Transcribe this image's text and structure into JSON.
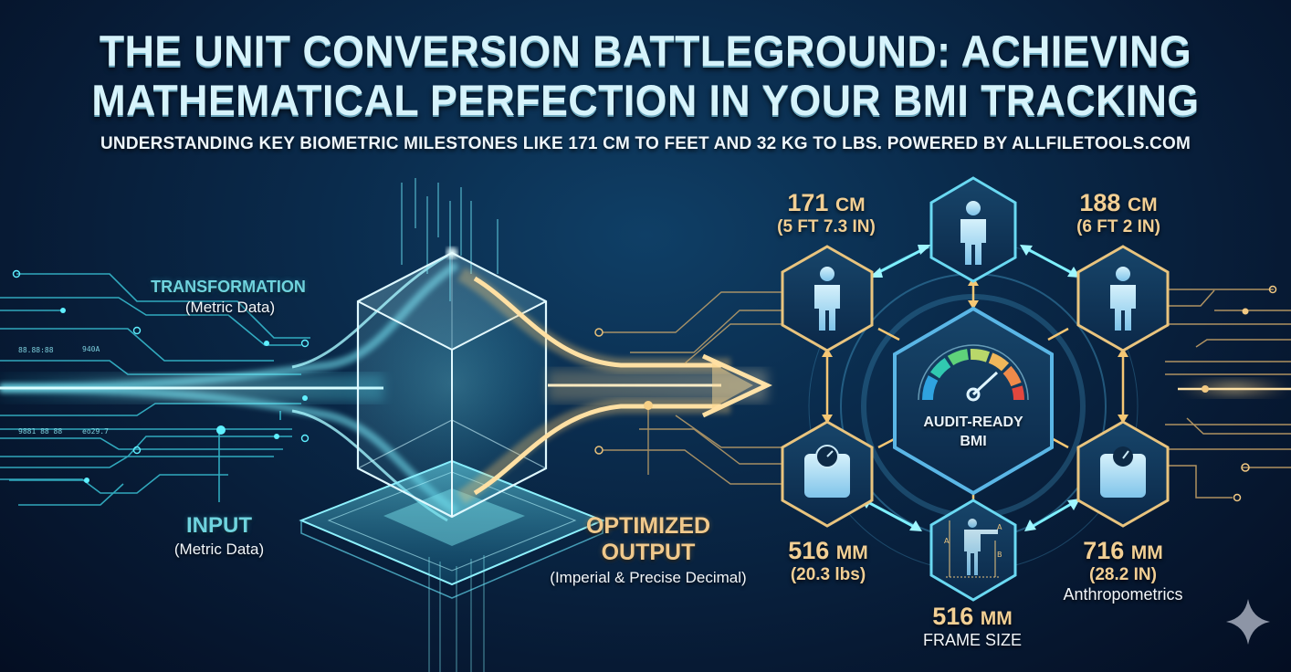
{
  "header": {
    "title_line1": "THE UNIT CONVERSION BATTLEGROUND: ACHIEVING",
    "title_line2": "MATHEMATICAL PERFECTION IN YOUR BMI TRACKING",
    "subtitle": "UNDERSTANDING KEY BIOMETRIC MILESTONES LIKE 171 CM TO FEET AND 32 KG TO LBS. POWERED BY ALLFILETOOLS.COM"
  },
  "pipeline": {
    "transformation": {
      "heading": "TRANSFORMATION",
      "sub": "(Metric Data)"
    },
    "input": {
      "heading": "INPUT",
      "sub": "(Metric Data)"
    },
    "output": {
      "heading_line1": "OPTIMIZED",
      "heading_line2": "OUTPUT",
      "sub": "(Imperial & Precise Decimal)"
    },
    "core_icon": "glass-cube-processor-icon",
    "flow_colors": {
      "input": "#3fe0f0",
      "output": "#f3c26a"
    }
  },
  "hub": {
    "center": {
      "label_line1": "AUDIT-READY",
      "label_line2": "BMI",
      "icon": "bmi-gauge-icon"
    },
    "gauge_colors": [
      "#2fa3e0",
      "#31c9b0",
      "#5fd27a",
      "#b9d86a",
      "#f0b75a",
      "#ef8a4a",
      "#e2473e"
    ],
    "nodes": [
      {
        "id": "top",
        "icon": "person-icon"
      },
      {
        "id": "upper-left",
        "icon": "person-icon",
        "value": "171",
        "unit": "CM",
        "converted": "(5 FT 7.3 IN)"
      },
      {
        "id": "upper-right",
        "icon": "person-icon",
        "value": "188",
        "unit": "CM",
        "converted": "(6 FT 2 IN)"
      },
      {
        "id": "lower-left",
        "icon": "weighing-scale-icon",
        "value": "516",
        "unit": "MM",
        "converted": "(20.3 lbs)"
      },
      {
        "id": "lower-right",
        "icon": "weighing-scale-icon",
        "value": "716",
        "unit": "MM",
        "converted": "(28.2 IN)",
        "note": "Anthropometrics"
      },
      {
        "id": "bottom",
        "icon": "body-measurement-icon",
        "value": "516",
        "unit": "MM",
        "note": "FRAME SIZE",
        "marks": [
          "A",
          "A",
          "B"
        ]
      }
    ]
  },
  "decor": {
    "left_readouts": [
      "88.88:88",
      "940A",
      "9881 88 88",
      "eo29.7"
    ],
    "corner_icon": "sparkle-icon"
  },
  "colors": {
    "background_dark": "#040e22",
    "background_mid": "#0a2b4c",
    "cyan_accent": "#5fe3f2",
    "gold_accent": "#f2c983",
    "title_text": "#d6f3fb"
  }
}
